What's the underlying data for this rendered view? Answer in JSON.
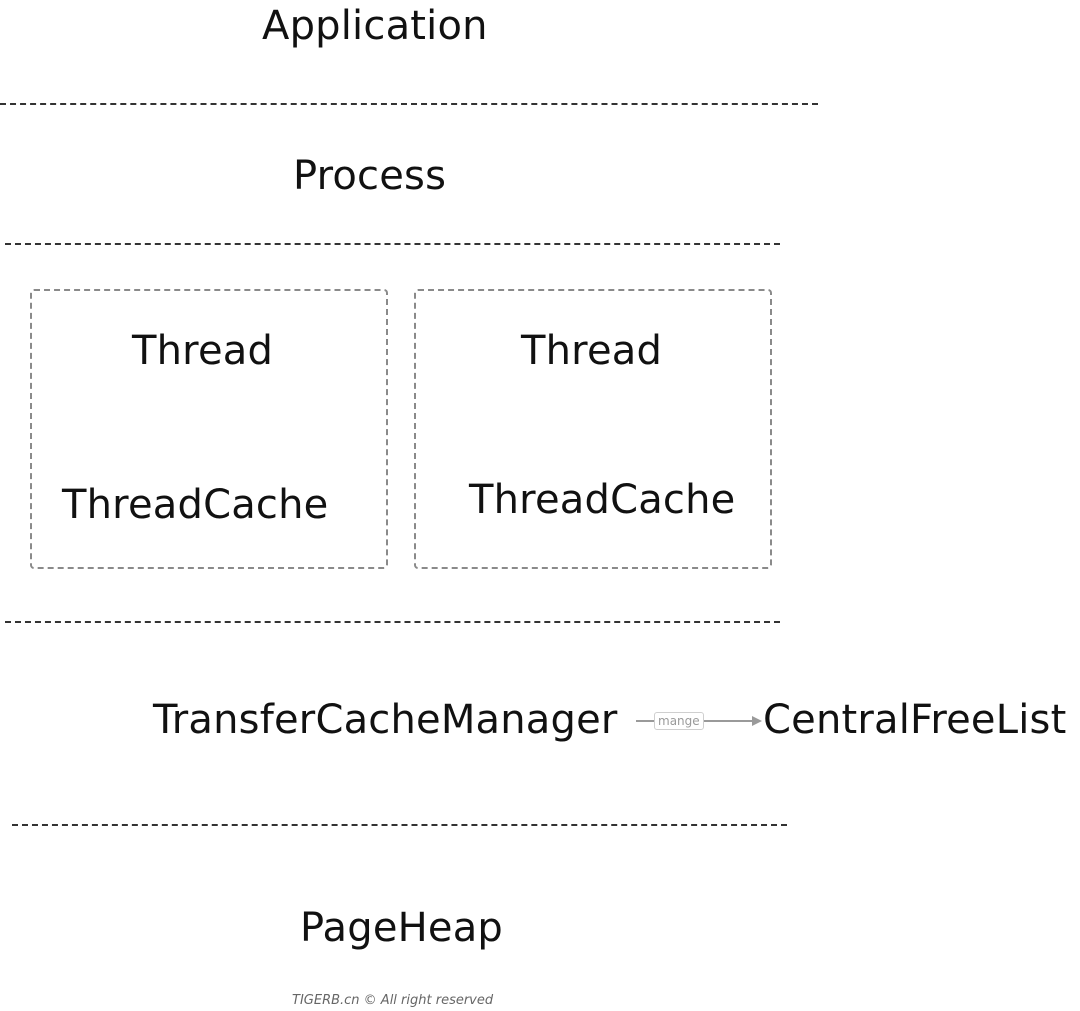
{
  "layers": {
    "application": "Application",
    "process": "Process",
    "transfer_cache_manager": "TransferCacheManager",
    "central_free_list": "CentralFreeList",
    "page_heap": "PageHeap"
  },
  "threads": [
    {
      "thread": "Thread",
      "cache": "ThreadCache"
    },
    {
      "thread": "Thread",
      "cache": "ThreadCache"
    }
  ],
  "edge": {
    "label": "mange"
  },
  "footer": "TIGERB.cn © All right reserved",
  "colors": {
    "text": "#111111",
    "separator": "#333333",
    "box_border": "#8a8a8a",
    "arrow": "#9a9a9a"
  }
}
